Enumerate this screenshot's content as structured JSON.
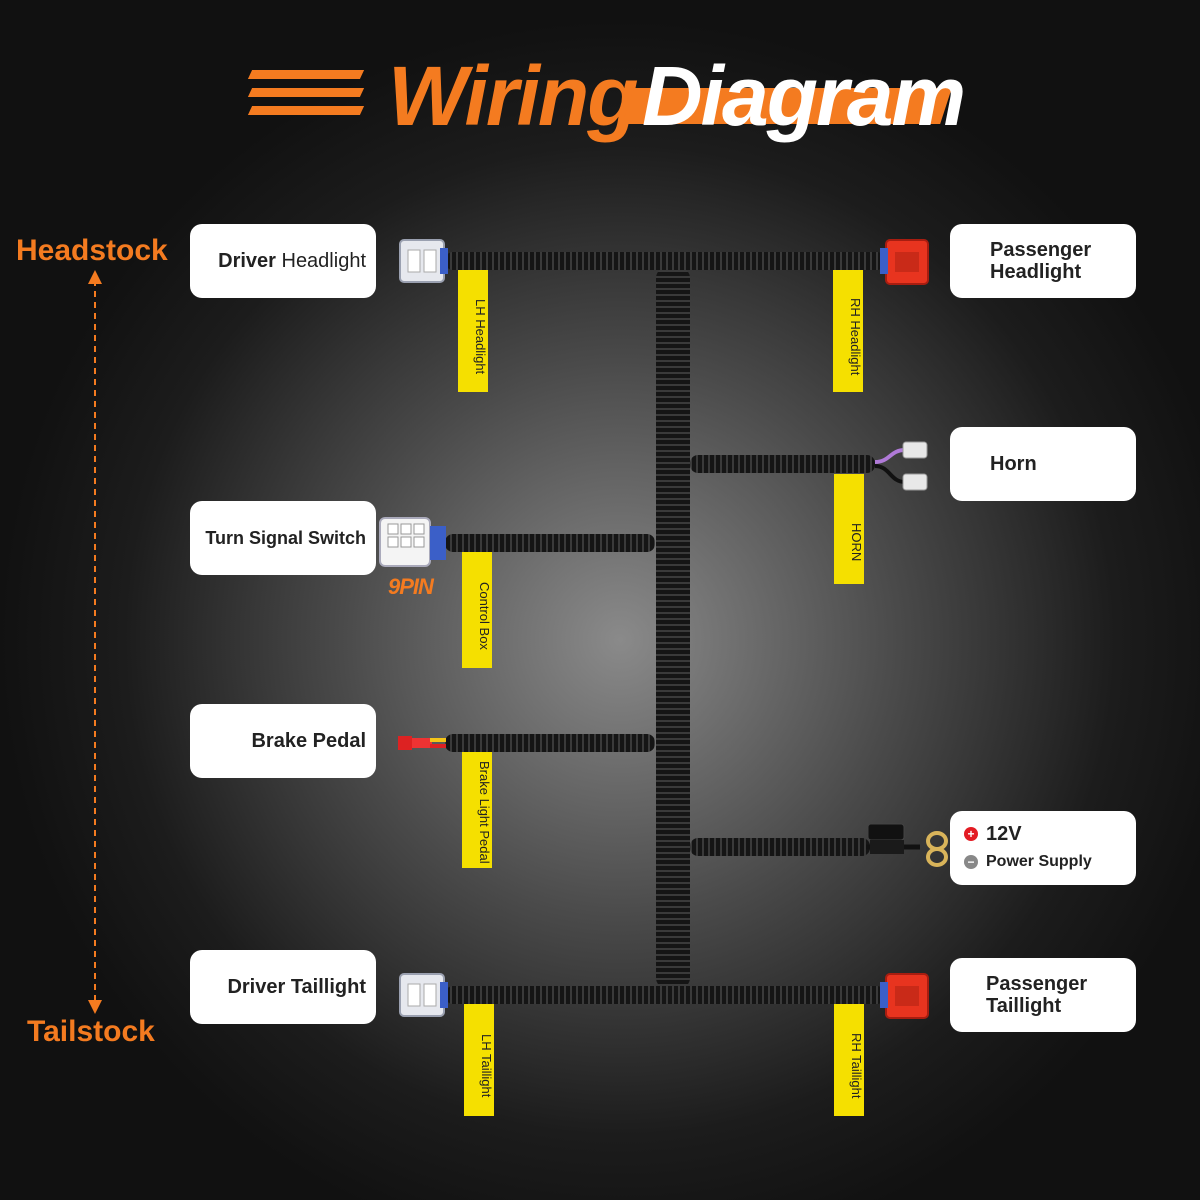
{
  "title": {
    "word1": "Wiring",
    "word2": "Diagram"
  },
  "axis": {
    "top": "Headstock",
    "bottom": "Tailstock"
  },
  "left_boxes": {
    "driver_headlight": {
      "part1": "Driver",
      "part2": " Headlight"
    },
    "turn_signal": "Turn Signal Switch",
    "brake_pedal": "Brake Pedal",
    "driver_taillight": "Driver Taillight"
  },
  "right_boxes": {
    "passenger_headlight": {
      "line1": "Passenger",
      "line2": "Headlight"
    },
    "horn": "Horn",
    "power": {
      "line1": "12V",
      "line2": "Power Supply",
      "plus": "+",
      "minus": "−"
    },
    "passenger_taillight": {
      "line1": "Passenger",
      "line2": "Taillight"
    }
  },
  "connector_label": "9PIN",
  "tags": {
    "lh_headlight": "LH Headlight",
    "rh_headlight": "RH Headlight",
    "horn": "HORN",
    "control_box": "Control Box",
    "brake_light_pedal": "Brake Light Pedal",
    "lh_taillight": "LH Taillight",
    "rh_taillight": "RH Taillight"
  },
  "colors": {
    "accent": "#f47b20",
    "tag_yellow": "#f5e000",
    "connector_red": "#e8341f",
    "wire": "#151515"
  }
}
